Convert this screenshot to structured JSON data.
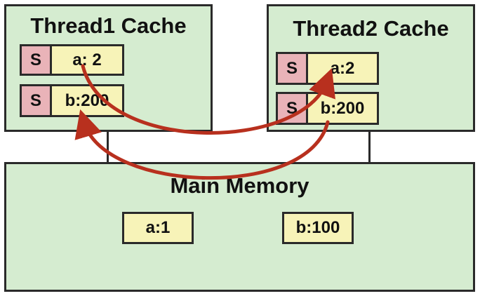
{
  "thread1": {
    "title": "Thread1 Cache",
    "lines": [
      {
        "state": "S",
        "value": "a: 2"
      },
      {
        "state": "S",
        "value": "b:200"
      }
    ]
  },
  "thread2": {
    "title": "Thread2 Cache",
    "lines": [
      {
        "state": "S",
        "value": "a:2"
      },
      {
        "state": "S",
        "value": "b:200"
      }
    ]
  },
  "memory": {
    "title": "Main Memory",
    "cells": [
      "a:1",
      "b:100"
    ]
  },
  "colors": {
    "box_fill": "#d5ecd0",
    "state_fill": "#e9b3b8",
    "value_fill": "#f7f3b8",
    "arrow": "#b8301e"
  }
}
